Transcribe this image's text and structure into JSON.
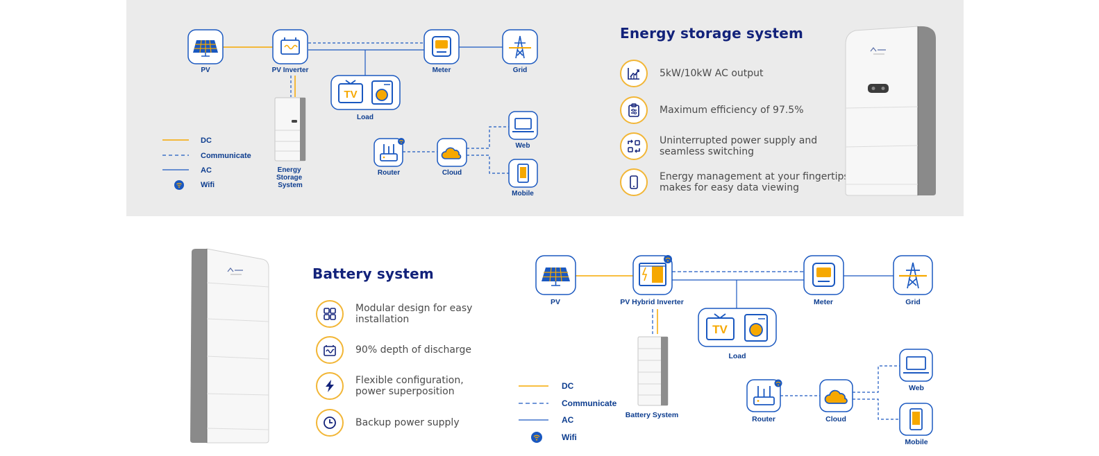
{
  "section1": {
    "title": "Energy storage system",
    "features": [
      {
        "text": "5kW/10kW AC output",
        "icon": "chart-growth-icon"
      },
      {
        "text": "Maximum efficiency of 97.5%",
        "icon": "clipboard-settings-icon"
      },
      {
        "text": "Uninterrupted power supply and\nseamless switching",
        "icon": "switch-arrows-icon"
      },
      {
        "text": "Energy management at your fingertips\nmakes for easy data viewing",
        "icon": "mobile-phone-icon"
      }
    ],
    "diagram": {
      "pv": "PV",
      "inverter": "PV Inverter",
      "meter": "Meter",
      "grid": "Grid",
      "load": "Load",
      "storage": [
        "Energy",
        "Storage",
        "System"
      ],
      "router": "Router",
      "cloud": "Cloud",
      "web": "Web",
      "mobile": "Mobile",
      "legend": {
        "dc": "DC",
        "communicate": "Communicate",
        "ac": "AC",
        "wifi": "Wifi"
      }
    }
  },
  "section2": {
    "title": "Battery system",
    "features": [
      {
        "text": "Modular design for easy\ninstallation",
        "icon": "grid-modules-icon"
      },
      {
        "text": "90% depth of discharge",
        "icon": "battery-wave-icon"
      },
      {
        "text": "Flexible configuration,\npower superposition",
        "icon": "lightning-icon"
      },
      {
        "text": "Backup power supply",
        "icon": "clock-icon"
      }
    ],
    "diagram": {
      "pv": "PV",
      "inverter": "PV Hybrid Inverter",
      "meter": "Meter",
      "grid": "Grid",
      "load": "Load",
      "battery": "Battery System",
      "router": "Router",
      "cloud": "Cloud",
      "web": "Web",
      "mobile": "Mobile",
      "legend": {
        "dc": "DC",
        "communicate": "Communicate",
        "ac": "AC",
        "wifi": "Wifi"
      }
    }
  },
  "colors": {
    "blue": "#1a58c0",
    "navy": "#0d3d8f",
    "orange": "#f6a800",
    "heading": "#12227a",
    "panel": "#ebebeb"
  }
}
